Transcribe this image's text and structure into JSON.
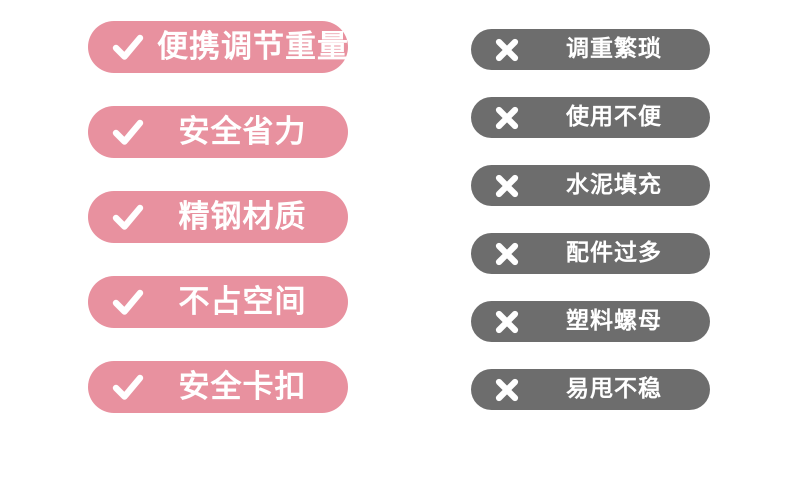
{
  "background_color": "#ffffff",
  "pros": {
    "accent_color": "#e8919f",
    "icon": "check-icon",
    "items": [
      {
        "label": "便携调节重量"
      },
      {
        "label": "安全省力"
      },
      {
        "label": "精钢材质"
      },
      {
        "label": "不占空间"
      },
      {
        "label": "安全卡扣"
      }
    ]
  },
  "cons": {
    "accent_color": "#6d6d6d",
    "icon": "cross-icon",
    "items": [
      {
        "label": "调重繁琐"
      },
      {
        "label": "使用不便"
      },
      {
        "label": "水泥填充"
      },
      {
        "label": "配件过多"
      },
      {
        "label": "塑料螺母"
      },
      {
        "label": "易甩不稳"
      }
    ]
  }
}
